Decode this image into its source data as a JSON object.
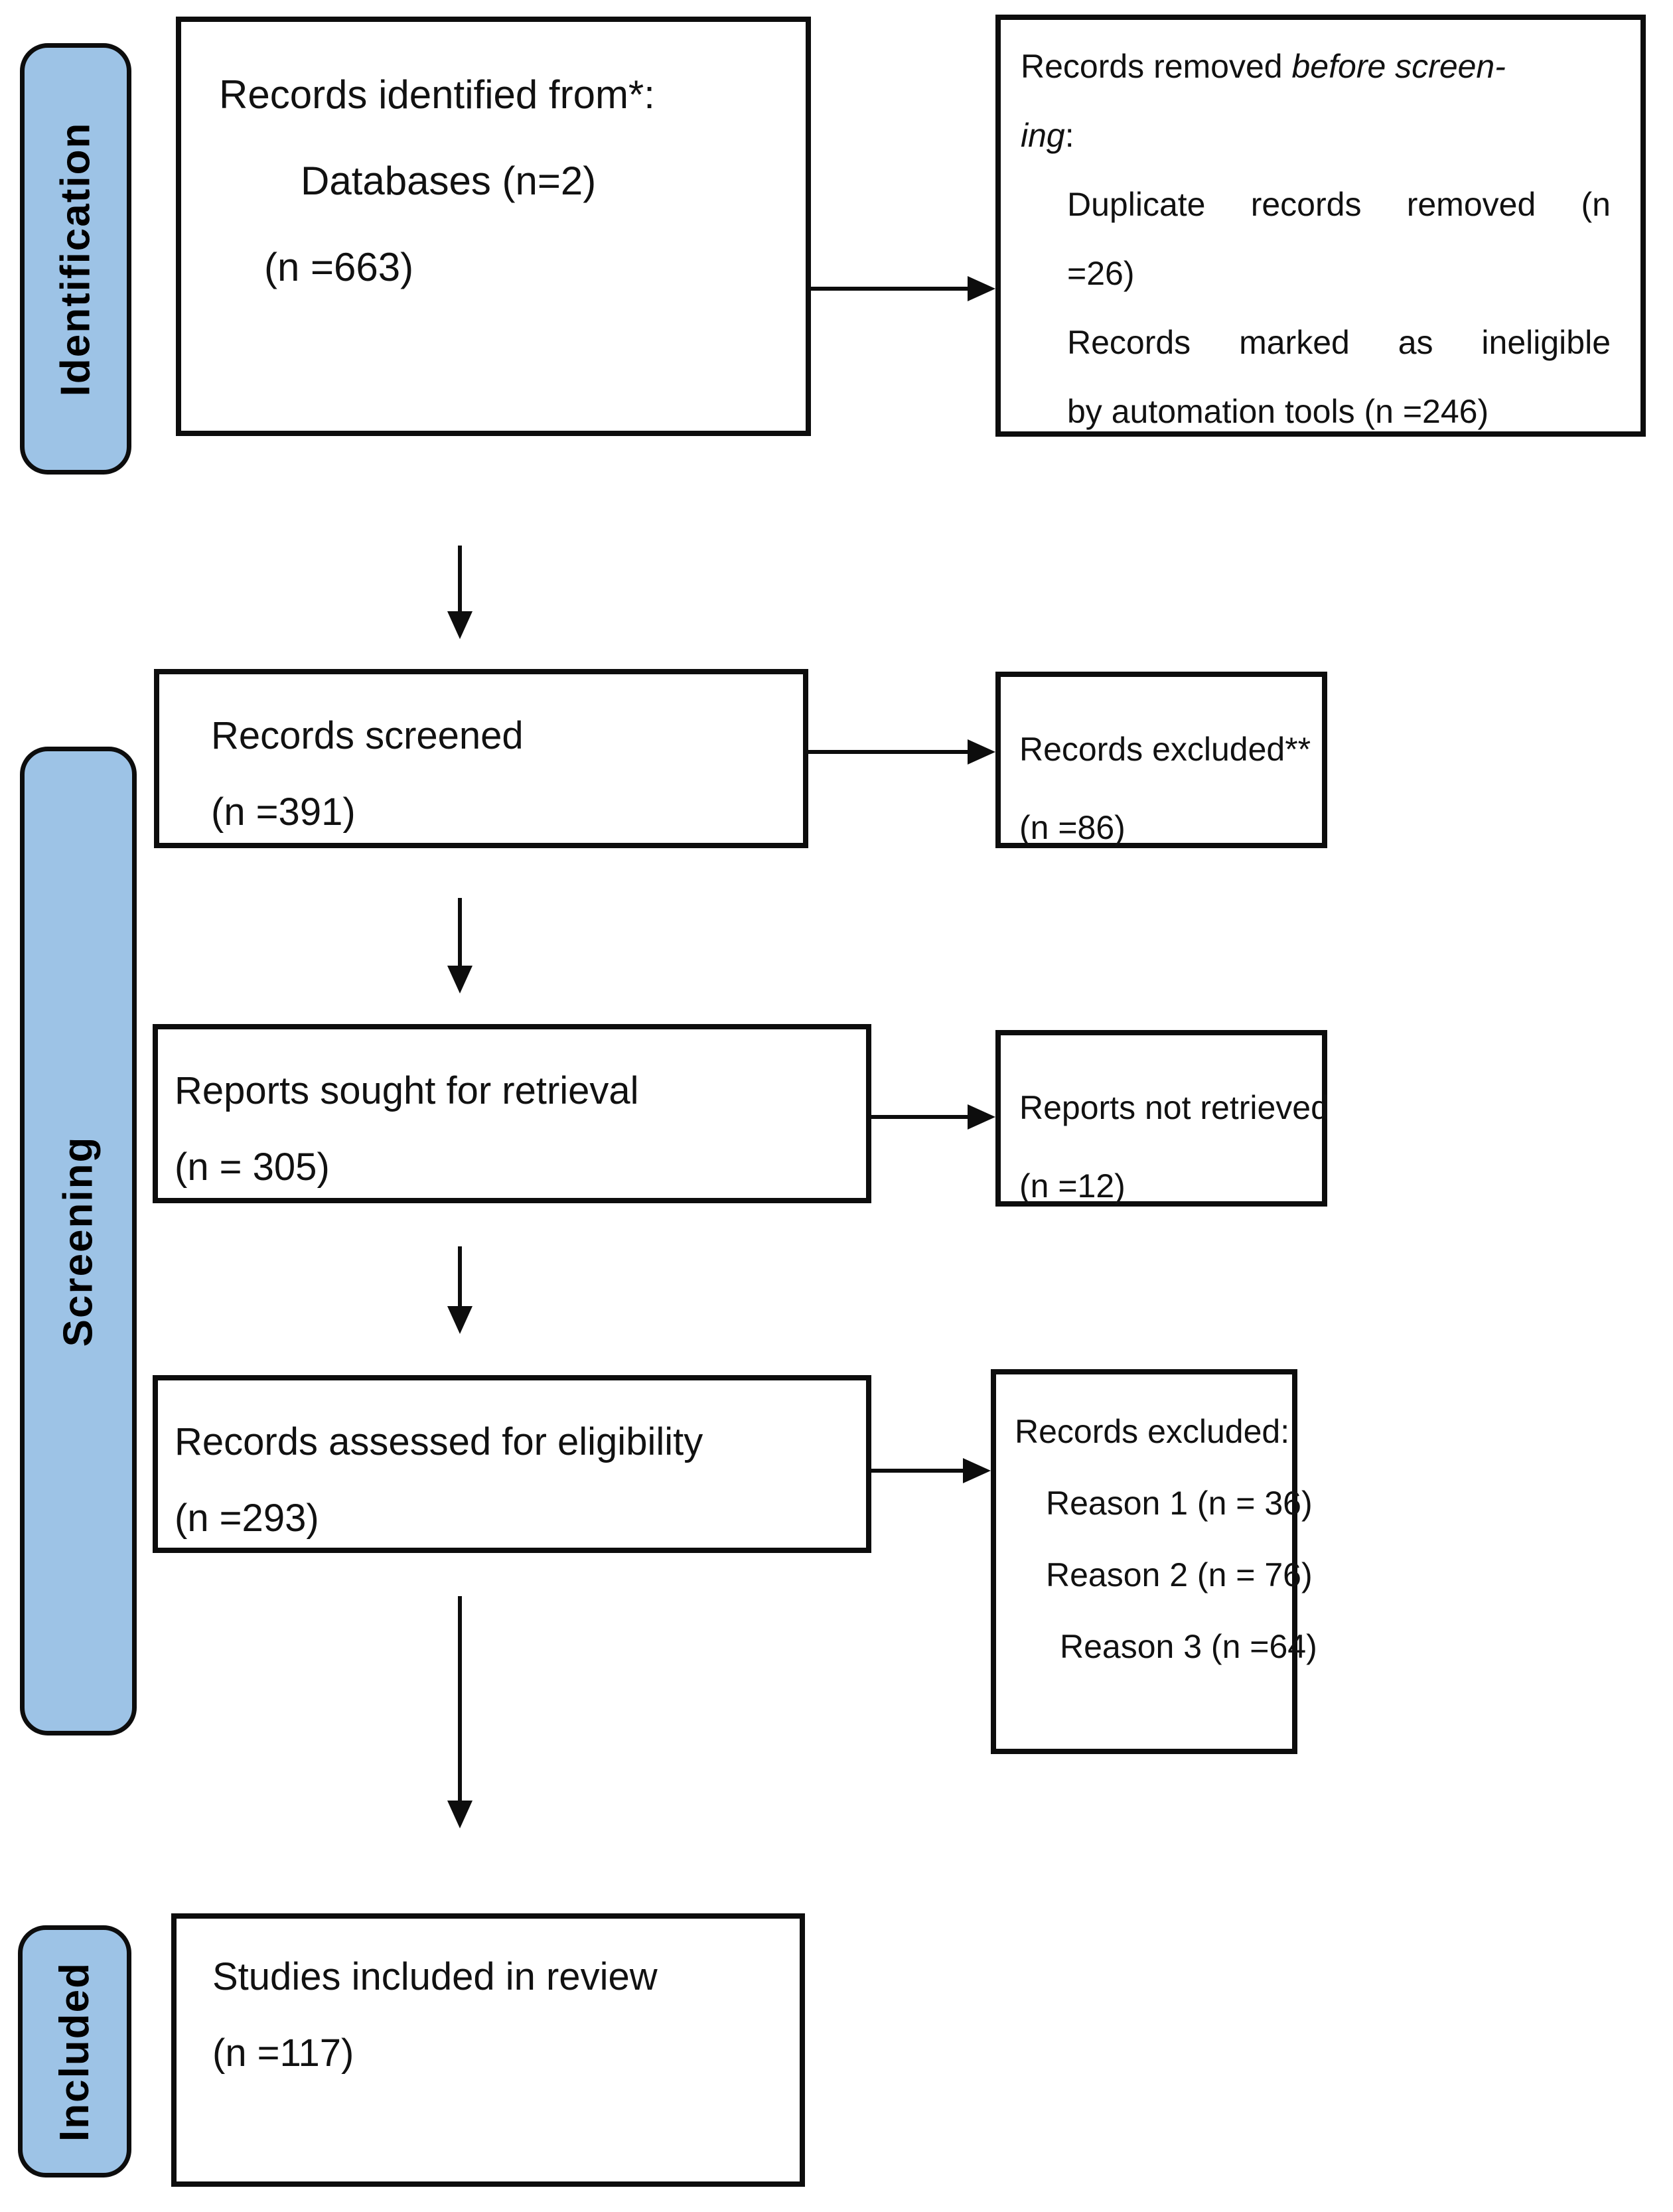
{
  "stages": {
    "identification": "Identification",
    "screening": "Screening",
    "included": "Included"
  },
  "boxes": {
    "identified": {
      "line1": "Records identified from*:",
      "line2": "Databases (n=2)",
      "line3": "(n =663)"
    },
    "removed": {
      "line1a": "Records removed ",
      "line1b": "before screen-",
      "line2a": "ing",
      "line2b": ":",
      "line3": "Duplicate records removed (n",
      "line4": "=26)",
      "line5": "Records marked as ineligible",
      "line6": "by automation tools (n =246)"
    },
    "screened": {
      "line1": "Records screened",
      "line2": "(n =391)"
    },
    "excluded_screening": {
      "line1": "Records excluded**",
      "line2": "(n =86)"
    },
    "sought": {
      "line1": "Reports sought for retrieval",
      "line2": "(n = 305)"
    },
    "not_retrieved": {
      "line1": "Reports not retrieved",
      "line2": "(n =12)"
    },
    "assessed": {
      "line1": "Records assessed for eligibility",
      "line2": "(n =293)"
    },
    "excluded_eligibility": {
      "line1": "Records excluded:",
      "line2": "Reason 1 (n = 36)",
      "line3": "Reason 2 (n = 76)",
      "line4": "Reason 3 (n =64)"
    },
    "included_review": {
      "line1": "Studies included in review",
      "line2": "(n =117)"
    }
  },
  "values": {
    "databases": 2,
    "records_identified": 663,
    "duplicates_removed": 26,
    "automation_ineligible": 246,
    "records_screened": 391,
    "records_excluded_screening": 86,
    "reports_sought": 305,
    "reports_not_retrieved": 12,
    "records_assessed": 293,
    "excluded_reason1": 36,
    "excluded_reason2": 76,
    "excluded_reason3": 64,
    "studies_included": 117
  },
  "colors": {
    "stage_fill": "#9DC3E6",
    "border": "#0d0d0d",
    "background": "#ffffff",
    "text": "#111111"
  }
}
